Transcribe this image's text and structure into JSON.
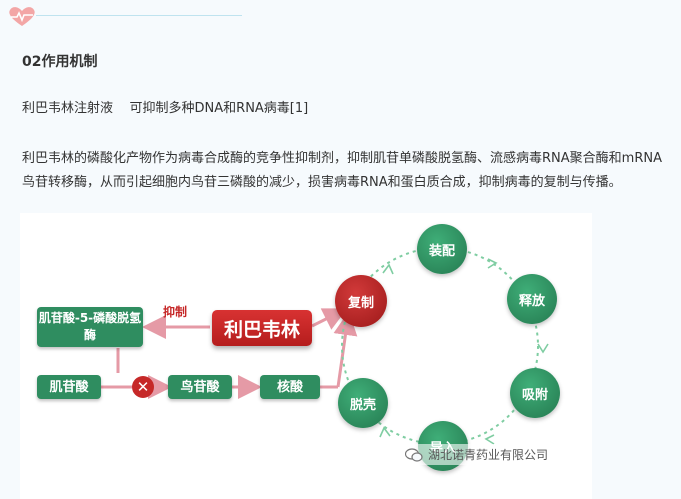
{
  "header": {
    "section_title": "02作用机制"
  },
  "content": {
    "subtitle": "利巴韦林注射液    可抑制多种DNA和RNA病毒[1]",
    "paragraph": "利巴韦林的磷酸化产物作为病毒合成酶的竞争性抑制剂，抑制肌苷单磷酸脱氢酶、流感病毒RNA聚合酶和mRNA鸟苷转移酶，从而引起细胞内鸟苷三磷酸的减少，损害病毒RNA和蛋白质合成，抑制病毒的复制与传播。"
  },
  "figure": {
    "drug": "利巴韦林",
    "inhibit_label": "抑制",
    "enzyme_box": "肌苷酸-5-磷酸脱氢酶",
    "pathway": [
      "肌苷酸",
      "鸟苷酸",
      "核酸"
    ],
    "cycle": [
      "复制",
      "装配",
      "释放",
      "吸附",
      "导入",
      "脱壳"
    ],
    "x_symbol": "✕",
    "colors": {
      "green": "#2f8d60",
      "red": "#c62828",
      "arrow": "#e59aa6",
      "cycle_dash": "#7fcda2"
    }
  },
  "watermark": {
    "text": "湖北诺青药业有限公司",
    "icon": "wechat-icon"
  }
}
